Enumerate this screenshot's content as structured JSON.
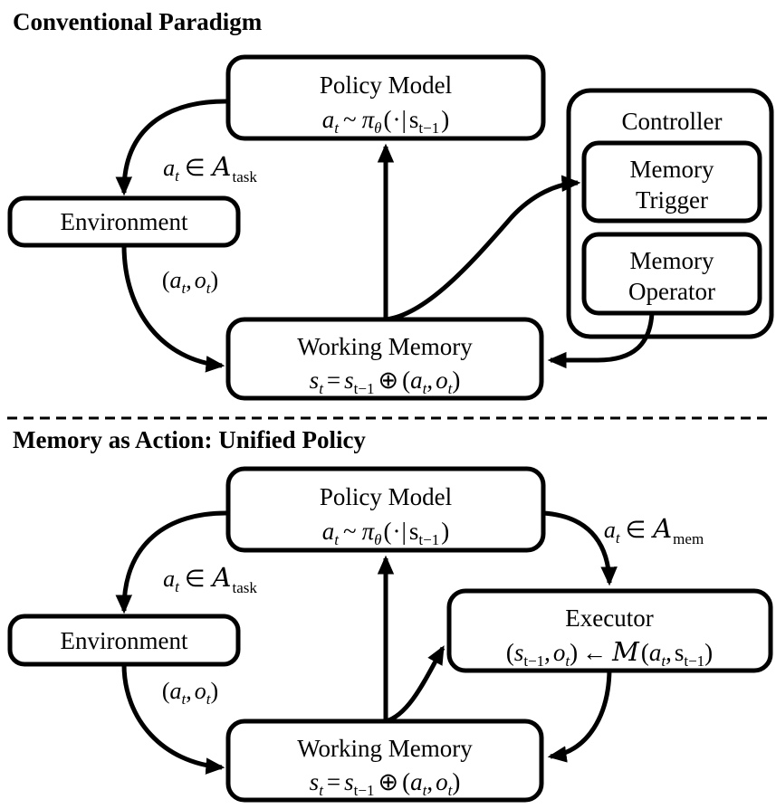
{
  "figure": {
    "type": "diagram",
    "background": "#ffffff",
    "stroke_color": "#000000"
  },
  "sections": [
    {
      "id": "conventional",
      "title": "Conventional Paradigm",
      "nodes": [
        {
          "id": "policy-model-top",
          "label": "Policy Model",
          "formula": "a_t ~ π_θ( ·| s_{t−1} )",
          "formula_parts": {
            "a": "a",
            "a_sub": "t",
            "tilde": "~",
            "pi": "π",
            "pi_sub": "θ",
            "open": "(",
            "dot": "·",
            "bar": "|",
            "s": "s",
            "s_sub": "t−1",
            "close": ")"
          }
        },
        {
          "id": "environment-top",
          "label": "Environment"
        },
        {
          "id": "working-memory-top",
          "label": "Working Memory",
          "formula": "s_t = s_{t−1} ⊕ (a_t, o_t)",
          "formula_parts": {
            "s": "s",
            "s_sub": "t",
            "eq": "=",
            "s2": "s",
            "s2_sub": "t−1",
            "oplus": "⊕",
            "open": "(",
            "a": "a",
            "a_sub": "t",
            "comma": ",",
            "o": "o",
            "o_sub": "t",
            "close": ")"
          }
        },
        {
          "id": "controller",
          "label": "Controller"
        },
        {
          "id": "memory-trigger",
          "label_line1": "Memory",
          "label_line2": "Trigger"
        },
        {
          "id": "memory-operator",
          "label_line1": "Memory",
          "label_line2": "Operator"
        }
      ],
      "edge_labels": [
        {
          "id": "action-task-top",
          "text": "a_t ∈ 𝒜_task",
          "parts": {
            "a": "a",
            "a_sub": "t",
            "in": "∈",
            "cal_a": "𝒜",
            "cal_sub": "task"
          }
        },
        {
          "id": "action-obs-top",
          "text": "(a_t, o_t)",
          "parts": {
            "open": "(",
            "a": "a",
            "a_sub": "t",
            "comma": ",",
            "o": "o",
            "o_sub": "t",
            "close": ")"
          }
        }
      ]
    },
    {
      "id": "memory-as-action",
      "title": "Memory as Action: Unified Policy",
      "nodes": [
        {
          "id": "policy-model-bottom",
          "label": "Policy Model",
          "formula": "a_t ~ π_θ( ·| s_{t−1} )"
        },
        {
          "id": "environment-bottom",
          "label": "Environment"
        },
        {
          "id": "working-memory-bottom",
          "label": "Working Memory",
          "formula": "s_t = s_{t−1} ⊕ (a_t, o_t)"
        },
        {
          "id": "executor",
          "label": "Executor",
          "formula": "(s_{t−1}, o_t) ← 𝓜(a_t, s_{t−1})",
          "formula_parts": {
            "open": "(",
            "s": "s",
            "s_sub": "t−1",
            "comma": ",",
            "o": "o",
            "o_sub": "t",
            "close": ")",
            "arrow": "←",
            "cal_m": "𝓜",
            "open2": "(",
            "a": "a",
            "a_sub": "t",
            "comma2": ",",
            "s2": "s",
            "s2_sub": "t−1",
            "close2": ")"
          }
        }
      ],
      "edge_labels": [
        {
          "id": "action-task-bottom",
          "text": "a_t ∈ 𝒜_task"
        },
        {
          "id": "action-mem-bottom",
          "text": "a_t ∈ 𝒜_mem",
          "parts": {
            "a": "a",
            "a_sub": "t",
            "in": "∈",
            "cal_a": "𝒜",
            "cal_sub": "mem"
          }
        },
        {
          "id": "action-obs-bottom",
          "text": "(a_t, o_t)"
        }
      ]
    }
  ],
  "divider": {
    "id": "section-divider",
    "style": "dashed"
  }
}
